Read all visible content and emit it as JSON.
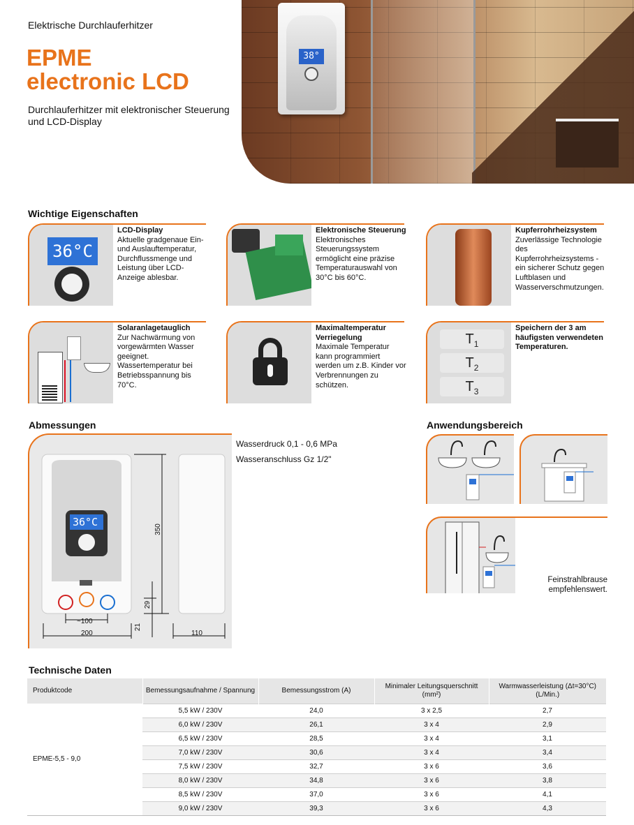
{
  "header": {
    "category": "Elektrische Durchlauferhitzer",
    "title_line1": "EPME",
    "title_line2": "electronic LCD",
    "description": "Durchlauferhitzer mit elektronischer Steuerung und LCD-Display",
    "hero_display": "38°"
  },
  "features": {
    "heading": "Wichtige Eigenschaften",
    "lcd": {
      "title": "LCD-Display",
      "text": "Aktuelle gradgenaue Ein- und Auslauftemperatur, Durchflussmenge und Leistung über LCD-Anzeige ablesbar.",
      "screen": "36°C"
    },
    "control": {
      "title": "Elektronische Steuerung",
      "text": "Elektronisches Steuerungssystem ermöglicht eine präzise Temperaturauswahl von 30°C bis 60°C."
    },
    "copper": {
      "title": "Kupferrohrheizsystem",
      "text": "Zuverlässige Technologie des Kupferrohrheizsystems - ein sicherer Schutz gegen Luftblasen und Wasserverschmutzungen."
    },
    "solar": {
      "title": "Solaranlagetauglich",
      "text": "Zur Nachwärmung von vorgewärmten Wasser geeignet. Wassertemperatur bei Betriebsspannung bis 70°C."
    },
    "maxtemp": {
      "title": "Maximaltemperatur Verriegelung",
      "text": "Maximale Temperatur kann programmiert werden um z.B. Kinder vor Verbrennungen zu schützen."
    },
    "memory": {
      "title": "Speichern der 3 am häufigsten verwendeten Temperaturen.",
      "t1": "T",
      "t2": "T",
      "t3": "T",
      "s1": "1",
      "s2": "2",
      "s3": "3"
    }
  },
  "dimensions": {
    "heading": "Abmessungen",
    "pressure": "Wasserdruck  0,1 - 0,6 MPa",
    "connection": "Wasseranschluss  Gz 1/2\"",
    "screen": "36°C",
    "d_height": "350",
    "d_width": "200",
    "d_spacing": "~100",
    "d_depth": "110",
    "d_21": "21",
    "d_29": "29"
  },
  "application": {
    "heading": "Anwendungsbereich",
    "note": "Feinstrahlbrause empfehlenswert."
  },
  "tech": {
    "heading": "Technische Daten",
    "columns": [
      "Produktcode",
      "Bemessungsaufnahme / Spannung",
      "Bemessungsstrom (A)",
      "Minimaler Leitungsquerschnitt (mm²)",
      "Warmwasserleistung (Δt=30°C) (L/Min.)"
    ],
    "product_code": "EPME-5,5 - 9,0",
    "rows": [
      [
        "5,5 kW / 230V",
        "24,0",
        "3 x 2,5",
        "2,7"
      ],
      [
        "6,0 kW / 230V",
        "26,1",
        "3 x 4",
        "2,9"
      ],
      [
        "6,5 kW / 230V",
        "28,5",
        "3 x 4",
        "3,1"
      ],
      [
        "7,0 kW / 230V",
        "30,6",
        "3 x 4",
        "3,4"
      ],
      [
        "7,5 kW / 230V",
        "32,7",
        "3 x 6",
        "3,6"
      ],
      [
        "8,0 kW / 230V",
        "34,8",
        "3 x 6",
        "3,8"
      ],
      [
        "8,5 kW / 230V",
        "37,0",
        "3 x 6",
        "4,1"
      ],
      [
        "9,0 kW / 230V",
        "39,3",
        "3 x 6",
        "4,3"
      ]
    ]
  },
  "colors": {
    "accent": "#e8731b",
    "lcd_blue": "#2e72d6",
    "pipe_hot": "#d12222",
    "pipe_cold": "#1a6fd1"
  }
}
